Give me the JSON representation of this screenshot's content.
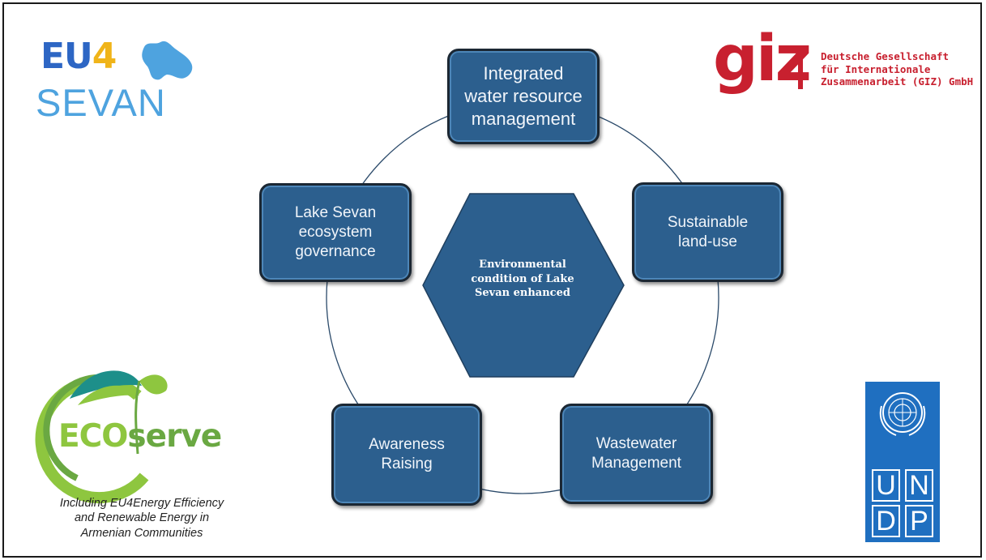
{
  "logos": {
    "eu4sevan": {
      "line1_prefix": "EU",
      "line1_digit": "4",
      "line2": "SEVAN",
      "colors": {
        "eu": "#2d66c4",
        "four": "#f0b419",
        "sevan": "#4ea3df"
      }
    },
    "giz": {
      "mark": "giz",
      "lines": [
        "Deutsche Gesellschaft",
        "für Internationale",
        "Zusammenarbeit (GIZ) GmbH"
      ],
      "color": "#c8202f"
    },
    "ecoserve": {
      "eco": "ECO",
      "serve": "serve",
      "caption_lines": [
        "Including EU4Energy Efficiency",
        "and Renewable Energy in",
        "Armenian Communities"
      ],
      "colors": {
        "green_light": "#8ec63f",
        "green_dark": "#6aa842",
        "teal": "#1d8f8a"
      }
    },
    "undp": {
      "letters": [
        "U",
        "N",
        "D",
        "P"
      ],
      "color": "#1f6fc0",
      "emblem": "un-emblem-icon"
    }
  },
  "diagram": {
    "center": {
      "lines": [
        "Environmental",
        "condition of Lake",
        "Sevan enhanced"
      ]
    },
    "nodes": {
      "integrated": {
        "lines": [
          "Integrated",
          "water resource",
          "management"
        ]
      },
      "land_use": {
        "lines": [
          "Sustainable",
          "land-use"
        ]
      },
      "wastewater": {
        "lines": [
          "Wastewater",
          "Management"
        ]
      },
      "awareness": {
        "lines": [
          "Awareness",
          "Raising"
        ]
      },
      "governance": {
        "lines": [
          "Lake Sevan",
          "ecosystem",
          "governance"
        ]
      }
    },
    "colors": {
      "box_fill": "#2c5f8e",
      "box_border": "#1b2733",
      "circle": "#2b4a6a",
      "hexagon": "#2c5f8e"
    }
  }
}
